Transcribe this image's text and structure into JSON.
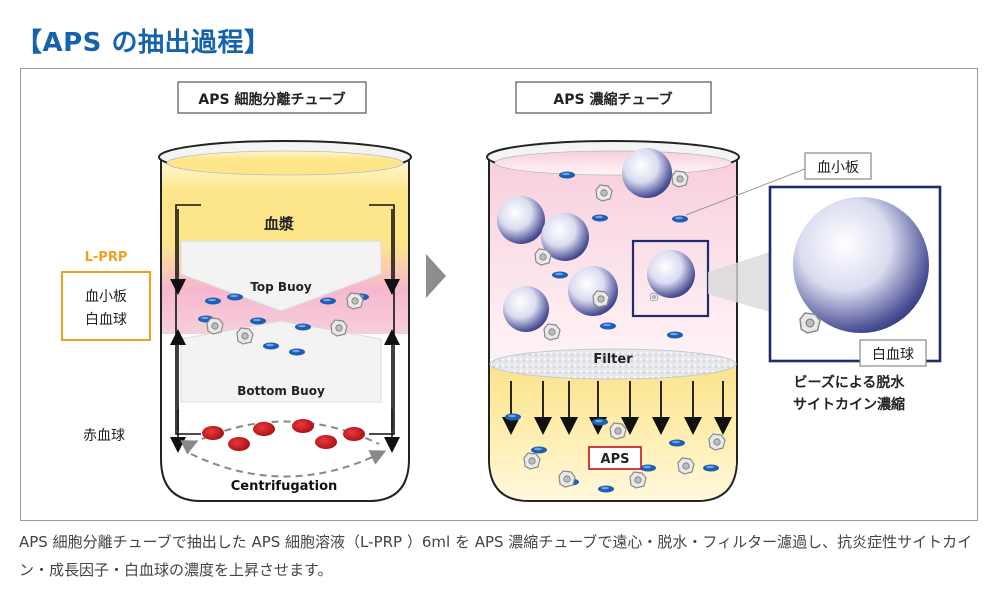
{
  "title": "【APS の抽出過程】",
  "left_tube": {
    "header": "APS 細胞分離チューブ",
    "plasma_label": "血漿",
    "top_buoy_label": "Top Buoy",
    "bottom_buoy_label": "Bottom Buoy",
    "centrifugation_label": "Centrifugation"
  },
  "lprp": {
    "title": "L-PRP",
    "line1": "血小板",
    "line2": "白血球"
  },
  "rbc_label": "赤血球",
  "right_tube": {
    "header": "APS 濃縮チューブ",
    "filter_label": "Filter",
    "aps_label": "APS"
  },
  "callouts": {
    "platelet": "血小板",
    "leukocyte": "白血球",
    "note_line1": "ビーズによる脱水",
    "note_line2": "サイトカイン濃縮"
  },
  "caption": "APS 細胞分離チューブで抽出した APS 細胞溶液（L-PRP ）6ml を APS 濃縮チューブで遠心・脱水・フィルター濾過し、抗炎症性サイトカイン・成長因子・白血球の濃度を上昇させます。",
  "colors": {
    "title_blue": "#1663ad",
    "lprp_orange": "#f0a020",
    "navy_frame": "#1e2b6e",
    "rbc_red": "#c4101c",
    "platelet_blue": "#1e5fb4"
  }
}
